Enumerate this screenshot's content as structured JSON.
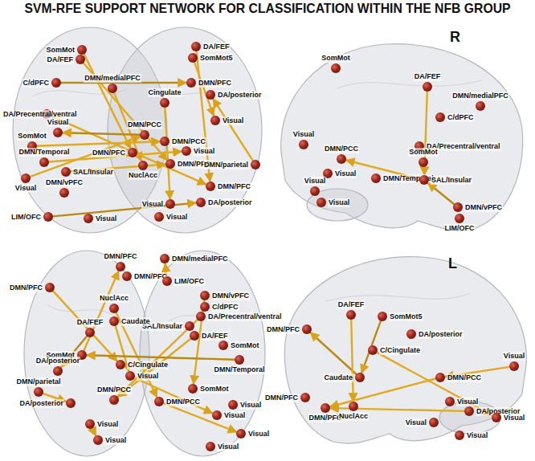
{
  "diagram": {
    "title": "SVM-RFE SUPPORT NETWORK FOR CLASSIFICATION WITHIN THE NFB GROUP",
    "nodes": [
      {
        "text": [
          "SomMot"
        ]
      },
      {
        "text": [
          "DA/FEF"
        ]
      },
      {
        "text": [
          "DA/FEF"
        ]
      },
      {
        "text": [
          "SomMot5"
        ]
      },
      {
        "text": [
          "C/dPFC"
        ]
      },
      {
        "text": [
          "DMN/medialPFC"
        ]
      },
      {
        "text": [
          "DMN/PFC"
        ]
      },
      {
        "text": [
          "DA/posterior"
        ]
      },
      {
        "text": [
          "Cingulate"
        ]
      },
      {
        "text": [
          "DA/Precentral/ventral"
        ]
      },
      {
        "text": [
          "Visual"
        ]
      },
      {
        "text": [
          "Visual"
        ]
      },
      {
        "text": [
          "SomMot"
        ]
      },
      {
        "text": [
          "DMN/PCC"
        ]
      },
      {
        "text": [
          "DMN/PCC"
        ]
      },
      {
        "text": [
          "Visual"
        ]
      },
      {
        "text": [
          "DMN/PFC"
        ]
      },
      {
        "text": [
          "DMN/Temporal"
        ]
      },
      {
        "text": [
          "SAL/Insular"
        ]
      },
      {
        "text": [
          "NuclAcc"
        ]
      },
      {
        "text": [
          "DMN/PFC"
        ]
      },
      {
        "text": [
          "DMN/parietal"
        ]
      },
      {
        "text": [
          "Visual"
        ]
      },
      {
        "text": [
          "DMN/vPFC"
        ]
      },
      {
        "text": [
          "DMN/PFC"
        ]
      },
      {
        "text": [
          "DA/posterior"
        ]
      },
      {
        "text": [
          "Visual"
        ]
      },
      {
        "text": [
          "Visual"
        ]
      },
      {
        "text": [
          "LIM/OFC"
        ]
      },
      {
        "text": [
          "Visual"
        ]
      },
      {
        "text": [
          "SomMot"
        ]
      },
      {
        "text": [
          "DA/FEF"
        ]
      },
      {
        "text": [
          "C/dPFC"
        ]
      },
      {
        "text": [
          "DMN/medialPFC"
        ]
      },
      {
        "text": [
          "DA/Precentral/ventral"
        ]
      },
      {
        "text": [
          "Visual"
        ]
      },
      {
        "text": [
          "DMN/PCC"
        ]
      },
      {
        "text": [
          "Visual"
        ]
      },
      {
        "text": [
          "Visual"
        ]
      },
      {
        "text": [
          "Visual"
        ]
      },
      {
        "text": [
          "DMN/Temporal"
        ]
      },
      {
        "text": [
          "SomMot"
        ]
      },
      {
        "text": [
          "SAL/Insular"
        ]
      },
      {
        "text": [
          "DMN/vPFC"
        ]
      },
      {
        "text": [
          "LIM/OFC"
        ]
      },
      {
        "text": [
          "DMN/PFC"
        ]
      },
      {
        "text": [
          "DMN/PFC"
        ]
      },
      {
        "text": [
          "DMN/medialPFC"
        ]
      },
      {
        "text": [
          "LIM/OFC"
        ]
      },
      {
        "text": [
          "DMN/PFC"
        ]
      },
      {
        "text": [
          "DMN/vPFC"
        ]
      },
      {
        "text": [
          "C/dPFC"
        ]
      },
      {
        "text": [
          "DA/Precentral/ventral"
        ]
      },
      {
        "text": [
          "SAL/Insular"
        ]
      },
      {
        "text": [
          "NuclAcc"
        ]
      },
      {
        "text": [
          "Caudate"
        ]
      },
      {
        "text": [
          "DA/FEF"
        ]
      },
      {
        "text": [
          "DA/FEF"
        ]
      },
      {
        "text": [
          "SomMot"
        ]
      },
      {
        "text": [
          "DMN/Temporal"
        ]
      },
      {
        "text": [
          "SomMot"
        ]
      },
      {
        "text": [
          "C/Cingulate"
        ]
      },
      {
        "text": [
          "Visual"
        ]
      },
      {
        "text": [
          "DA/posterior"
        ]
      },
      {
        "text": [
          "DMN/parietal"
        ]
      },
      {
        "text": [
          "DA/posterior"
        ]
      },
      {
        "text": [
          "SomMot"
        ]
      },
      {
        "text": [
          "DMN/PCC"
        ]
      },
      {
        "text": [
          "DMN/PCC"
        ]
      },
      {
        "text": [
          "Visual"
        ]
      },
      {
        "text": [
          "Visual"
        ]
      },
      {
        "text": [
          "Visual"
        ]
      },
      {
        "text": [
          "Visual"
        ]
      },
      {
        "text": [
          "Visual"
        ]
      },
      {
        "text": [
          "Visual"
        ]
      },
      {
        "text": [
          "DA/FEF"
        ]
      },
      {
        "text": [
          "SomMot5"
        ]
      },
      {
        "text": [
          "DMN/PFC"
        ]
      },
      {
        "text": [
          "DA/posterior"
        ]
      },
      {
        "text": [
          "C/Cingulate"
        ]
      },
      {
        "text": [
          "Caudate"
        ]
      },
      {
        "text": [
          "DMN/PCC"
        ]
      },
      {
        "text": [
          "Visual"
        ]
      },
      {
        "text": [
          "DMN/PFC"
        ]
      },
      {
        "text": [
          "DMN/PFC"
        ]
      },
      {
        "text": [
          "NuclAcc"
        ]
      },
      {
        "text": [
          "Visual"
        ]
      },
      {
        "text": [
          "DA/posterior"
        ]
      },
      {
        "text": [
          "Visual"
        ]
      },
      {
        "text": [
          "Visual"
        ]
      },
      {
        "text": [
          "Visual"
        ]
      }
    ],
    "edges": [
      {
        "from": 1,
        "to": 20,
        "arrow": "to"
      },
      {
        "from": 0,
        "to": 16,
        "arrow": "to"
      },
      {
        "from": 4,
        "to": 6,
        "arrow": "to"
      },
      {
        "from": 9,
        "to": 24,
        "arrow": "to"
      },
      {
        "from": 18,
        "to": 20,
        "arrow": "to"
      },
      {
        "from": 12,
        "to": 14,
        "arrow": "to"
      },
      {
        "from": 22,
        "to": 13,
        "arrow": "to"
      },
      {
        "from": 28,
        "to": 25,
        "arrow": "to"
      },
      {
        "from": 5,
        "to": 19,
        "arrow": "to"
      },
      {
        "from": 2,
        "to": 24,
        "arrow": "to"
      },
      {
        "from": 3,
        "to": 11,
        "arrow": "to"
      },
      {
        "from": 8,
        "to": 26,
        "arrow": "to"
      },
      {
        "from": 13,
        "to": 10,
        "arrow": "to"
      },
      {
        "from": 17,
        "to": 15,
        "arrow": "to"
      },
      {
        "from": 21,
        "to": 7,
        "arrow": "to"
      },
      {
        "from": 31,
        "to": 42,
        "arrow": "to"
      },
      {
        "from": 42,
        "to": 36,
        "arrow": "to"
      },
      {
        "from": 43,
        "to": 42,
        "arrow": "to"
      },
      {
        "from": 60,
        "to": 45,
        "arrow": "to"
      },
      {
        "from": 49,
        "to": 61,
        "arrow": "to"
      },
      {
        "from": 54,
        "to": 68,
        "arrow": "to"
      },
      {
        "from": 55,
        "to": 62,
        "arrow": "to"
      },
      {
        "from": 56,
        "to": 63,
        "arrow": "to"
      },
      {
        "from": 57,
        "to": 67,
        "arrow": "to"
      },
      {
        "from": 52,
        "to": 67,
        "arrow": "to"
      },
      {
        "from": 48,
        "to": 47,
        "arrow": "to"
      },
      {
        "from": 50,
        "to": 66,
        "arrow": "to"
      },
      {
        "from": 59,
        "to": 60,
        "arrow": "to"
      },
      {
        "from": 62,
        "to": 70,
        "arrow": "to"
      },
      {
        "from": 68,
        "to": 73,
        "arrow": "to"
      },
      {
        "from": 64,
        "to": 65,
        "arrow": "to"
      },
      {
        "from": 71,
        "to": 72,
        "arrow": "to"
      },
      {
        "from": 80,
        "to": 77,
        "arrow": "to"
      },
      {
        "from": 75,
        "to": 85,
        "arrow": "to"
      },
      {
        "from": 81,
        "to": 84,
        "arrow": "to"
      },
      {
        "from": 82,
        "to": 81,
        "arrow": "to"
      },
      {
        "from": 79,
        "to": 88,
        "arrow": "to"
      },
      {
        "from": 76,
        "to": 80,
        "arrow": "to"
      },
      {
        "from": 87,
        "to": 84,
        "arrow": "to"
      }
    ],
    "labels": [
      "R",
      "L"
    ]
  }
}
